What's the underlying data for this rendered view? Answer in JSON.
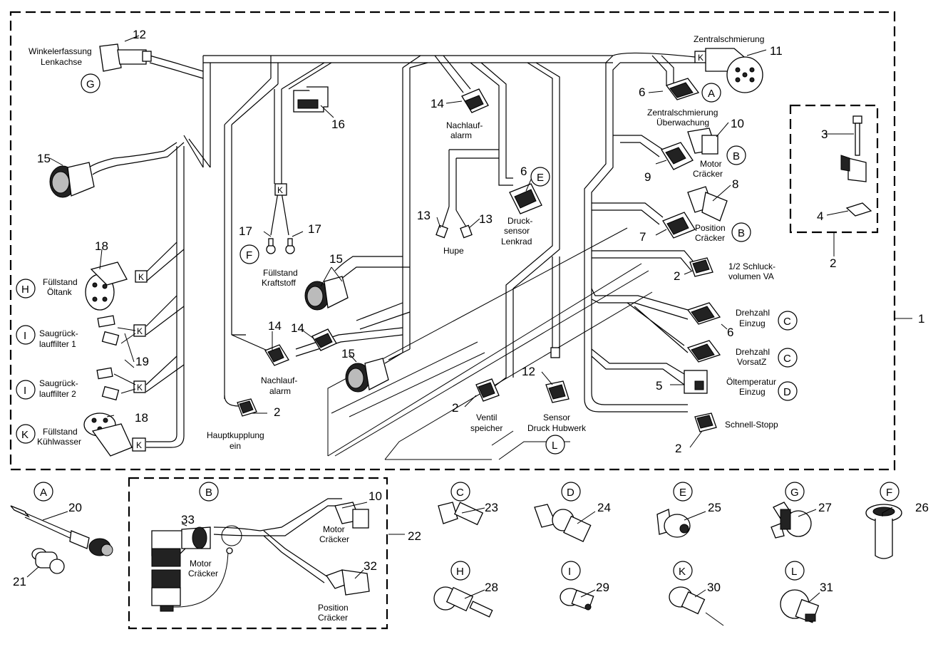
{
  "labels": {
    "winkelerfassung": "Winkelerfassung",
    "lenkachse": "Lenkachse",
    "zentralschmierung": "Zentralschmierung",
    "zentral_ueberwachung_1": "Zentralschmierung",
    "zentral_ueberwachung_2": "Überwachung",
    "nachlaufalarm_top_1": "Nachlauf-",
    "nachlaufalarm_top_2": "alarm",
    "motor_1": "Motor",
    "motor_2": "Cräcker",
    "drucksensor_1": "Druck-",
    "drucksensor_2": "sensor",
    "drucksensor_3": "Lenkrad",
    "hupe": "Hupe",
    "position_1": "Position",
    "position_2": "Cräcker",
    "fuellstand_kraftstoff_1": "Füllstand",
    "fuellstand_kraftstoff_2": "Kraftstoff",
    "schluck_1": "1/2 Schluck-",
    "schluck_2": "volumen VA",
    "fuellstand_oeltank_1": "Füllstand",
    "fuellstand_oeltank_2": "Öltank",
    "saugrueck1_1": "Saugrück-",
    "saugrueck1_2": "lauffilter 1",
    "saugrueck2_1": "Saugrück-",
    "saugrueck2_2": "lauffilter 2",
    "fuellstand_kuehl_1": "Füllstand",
    "fuellstand_kuehl_2": "Kühlwasser",
    "drehzahl_einzug_1": "Drehzahl",
    "drehzahl_einzug_2": "Einzug",
    "drehzahl_vorsatz_1": "Drehzahl",
    "drehzahl_vorsatz_2": "VorsatZ",
    "nachlaufalarm_mid_1": "Nachlauf-",
    "nachlaufalarm_mid_2": "alarm",
    "oeltemp_1": "Öltemperatur",
    "oeltemp_2": "Einzug",
    "ventil_1": "Ventil",
    "ventil_2": "speicher",
    "sensor_hub_1": "Sensor",
    "sensor_hub_2": "Druck Hubwerk",
    "hauptkupplung_1": "Hauptkupplung",
    "hauptkupplung_2": "ein",
    "schnellstopp": "Schnell-Stopp",
    "b_motor_1": "Motor",
    "b_motor_2": "Cräcker",
    "b_motor2_1": "Motor",
    "b_motor2_2": "Cräcker",
    "b_position_1": "Position",
    "b_position_2": "Cräcker"
  },
  "callouts": {
    "n1": "1",
    "n2a": "2",
    "n2b": "2",
    "n2c": "2",
    "n2d": "2",
    "n2e": "2",
    "n3": "3",
    "n4": "4",
    "n5": "5",
    "n6a": "6",
    "n6b": "6",
    "n6c": "6",
    "n7": "7",
    "n8": "8",
    "n9": "9",
    "n10a": "10",
    "n10b": "10",
    "n11": "11",
    "n12a": "12",
    "n12b": "12",
    "n13a": "13",
    "n13b": "13",
    "n14a": "14",
    "n14b": "14",
    "n14c": "14",
    "n15a": "15",
    "n15b": "15",
    "n15c": "15",
    "n16": "16",
    "n17a": "17",
    "n17b": "17",
    "n18a": "18",
    "n18b": "18",
    "n19": "19",
    "n20": "20",
    "n21": "21",
    "n22": "22",
    "n23": "23",
    "n24": "24",
    "n25": "25",
    "n26": "26",
    "n27": "27",
    "n28": "28",
    "n29": "29",
    "n30": "30",
    "n31": "31",
    "n32": "32",
    "n33": "33"
  },
  "letters": {
    "A": "A",
    "B": "B",
    "C": "C",
    "D": "D",
    "E": "E",
    "F": "F",
    "G": "G",
    "H": "H",
    "I": "I",
    "K": "K",
    "L": "L"
  },
  "tag_letter": "K"
}
